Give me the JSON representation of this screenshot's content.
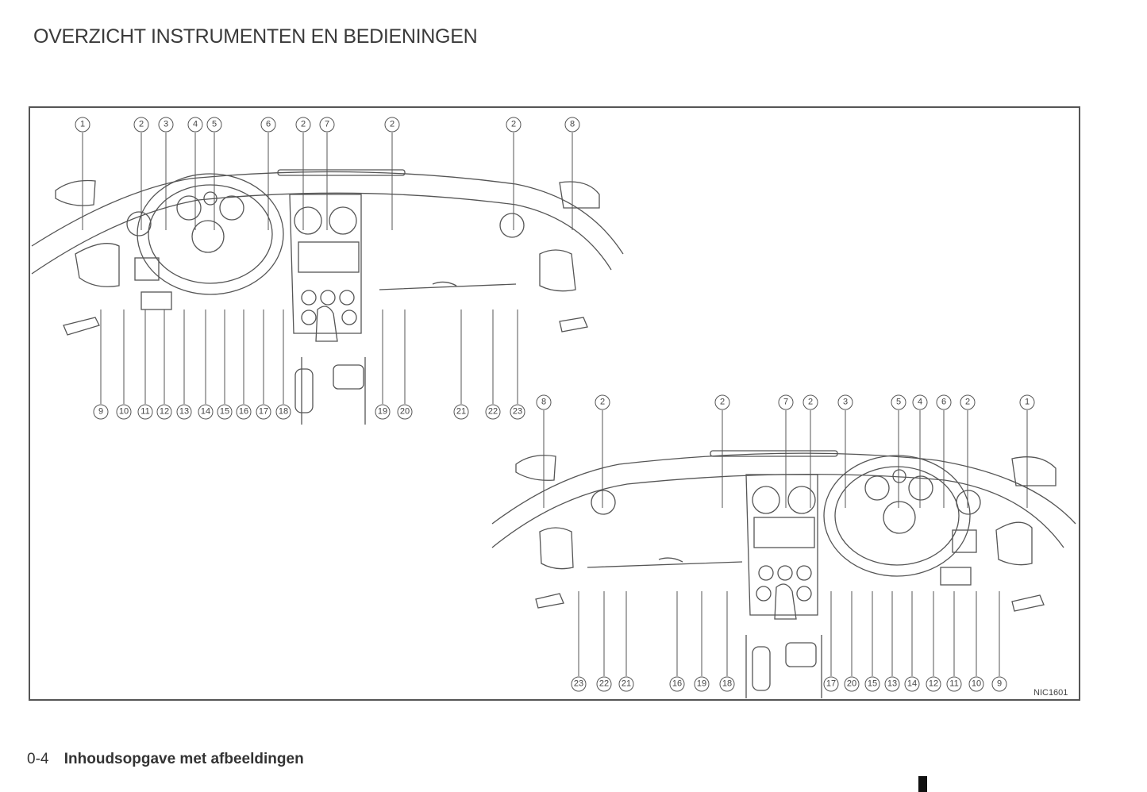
{
  "page_title": "OVERZICHT INSTRUMENTEN EN BEDIENINGEN",
  "figure": {
    "code": "NIC1601",
    "lhd_top_callouts": [
      "1",
      "2",
      "3",
      "4",
      "5",
      "6",
      "2",
      "7",
      "2",
      "2",
      "8"
    ],
    "lhd_bottom_callouts": [
      "9",
      "10",
      "11",
      "12",
      "13",
      "14",
      "15",
      "16",
      "17",
      "18",
      "19",
      "20",
      "21",
      "22",
      "23"
    ],
    "rhd_top_callouts": [
      "8",
      "2",
      "2",
      "7",
      "2",
      "3",
      "5",
      "4",
      "6",
      "2",
      "1"
    ],
    "rhd_bottom_callouts": [
      "23",
      "22",
      "21",
      "16",
      "19",
      "18",
      "17",
      "20",
      "15",
      "13",
      "14",
      "12",
      "11",
      "10",
      "9"
    ]
  },
  "footer": {
    "page_number": "0-4",
    "section": "Inhoudsopgave met afbeeldingen"
  }
}
